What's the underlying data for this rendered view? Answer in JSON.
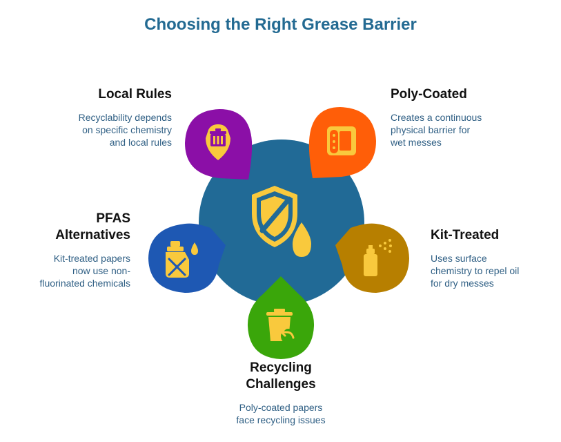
{
  "title": "Choosing the Right Grease Barrier",
  "colors": {
    "title": "#236a92",
    "center": "#216a96",
    "accent_icon": "#f9c93d",
    "text_dark": "#111111",
    "text_desc": "#2f5f84"
  },
  "center": {
    "icon": "shield-droplet-icon"
  },
  "nodes": [
    {
      "id": "local-rules",
      "label": "Local Rules",
      "desc": [
        "Recyclability depends",
        "on specific chemistry",
        "and local rules"
      ],
      "color": "#8b0fa7",
      "icon": "trash-bin-icon"
    },
    {
      "id": "poly-coated",
      "label": "Poly-Coated",
      "desc": [
        "Creates a continuous",
        "physical barrier for",
        "wet messes"
      ],
      "color": "#ff5e08",
      "icon": "paper-roll-icon"
    },
    {
      "id": "kit-treated",
      "label": "Kit-Treated",
      "desc": [
        "Uses surface",
        "chemistry to repel oil",
        "for dry messes"
      ],
      "color": "#b77f00",
      "icon": "spray-can-icon"
    },
    {
      "id": "recycling-challenges",
      "label": [
        "Recycling",
        "Challenges"
      ],
      "desc": [
        "Poly-coated papers",
        "face recycling issues"
      ],
      "color": "#3aa60a",
      "icon": "recycle-bin-icon"
    },
    {
      "id": "pfas-alternatives",
      "label": [
        "PFAS",
        "Alternatives"
      ],
      "desc": [
        "Kit-treated papers",
        "now use non-",
        "fluorinated chemicals"
      ],
      "color": "#1e58b3",
      "icon": "chemical-bottle-icon"
    }
  ]
}
